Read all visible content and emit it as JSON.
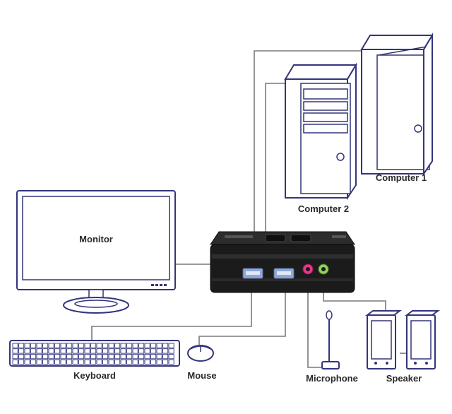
{
  "labels": {
    "monitor": "Monitor",
    "computer1": "Computer 1",
    "computer2": "Computer 2",
    "keyboard": "Keyboard",
    "mouse": "Mouse",
    "microphone": "Microphone",
    "speaker": "Speaker"
  },
  "colors": {
    "outline": "#32357a",
    "cable": "#7a7a7a",
    "kvm_body": "#1b1b1b",
    "usb_port": "#8fa8d8",
    "mic_jack": "#e8388a",
    "speaker_jack": "#8fd35a"
  }
}
